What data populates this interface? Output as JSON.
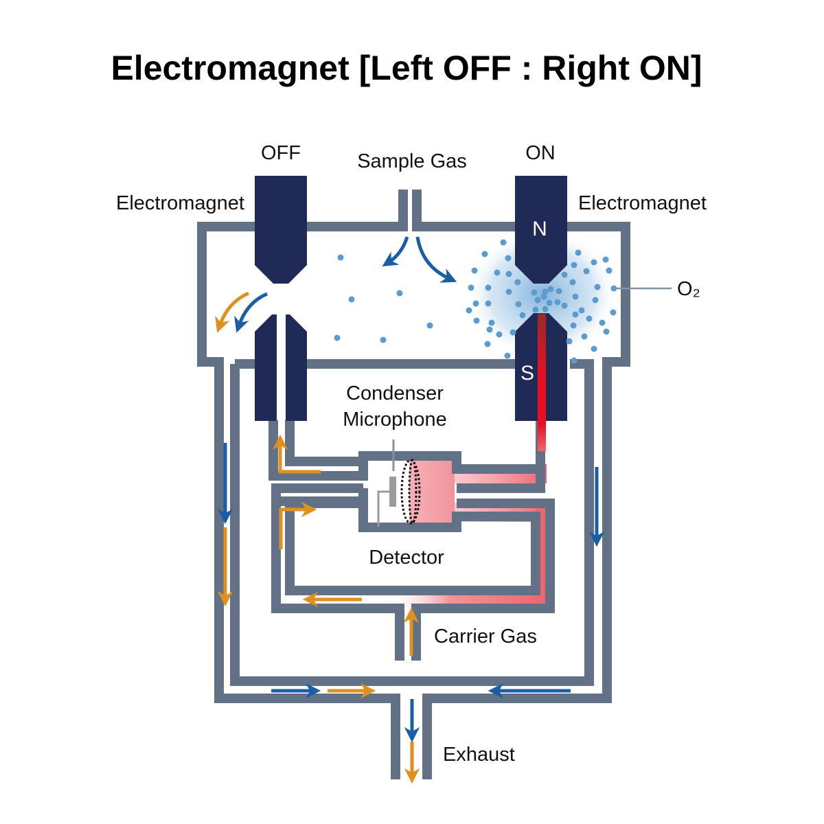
{
  "title": "Electromagnet [Left OFF : Right ON]",
  "labels": {
    "left_state": "OFF",
    "right_state": "ON",
    "sample_gas": "Sample Gas",
    "left_electromagnet": "Electromagnet",
    "right_electromagnet": "Electromagnet",
    "north_pole": "N",
    "south_pole": "S",
    "oxygen": "O₂",
    "microphone_line1": "Condenser",
    "microphone_line2": "Microphone",
    "detector": "Detector",
    "carrier_gas": "Carrier Gas",
    "exhaust": "Exhaust"
  },
  "colors": {
    "wall": "#637186",
    "magnet": "#1f2a56",
    "sample_flow": "#1a5fa6",
    "carrier_flow": "#e0901d",
    "oxygen_dots": "#5b9bcf",
    "pressure_red": "#e8101e",
    "pressure_pink": "#f4a6ad"
  },
  "legend": {
    "sample_flow": "blue arrows",
    "carrier_flow": "orange arrows"
  }
}
